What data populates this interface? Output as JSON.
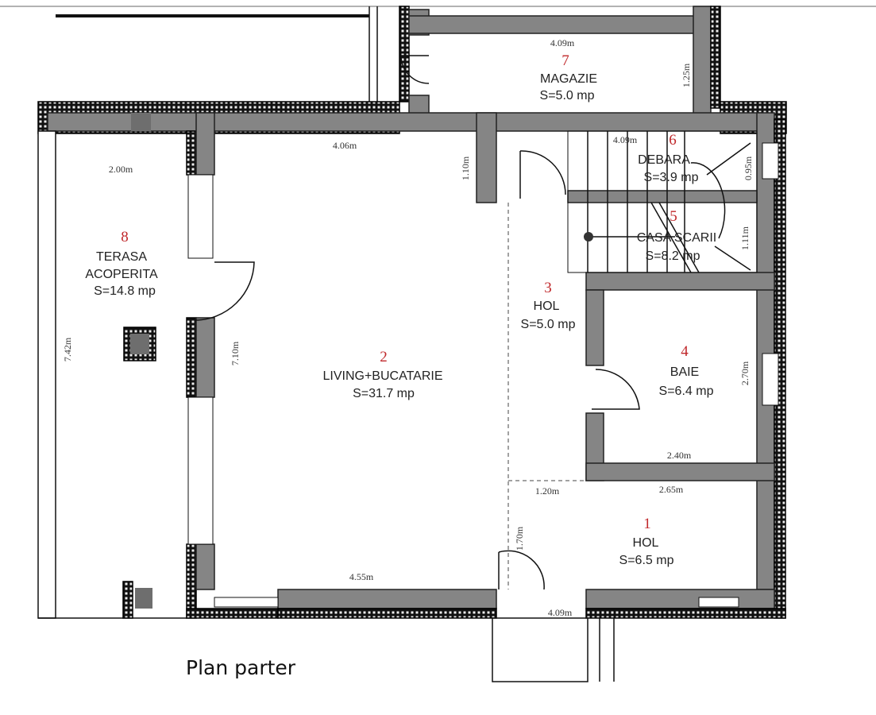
{
  "caption": "Plan parter",
  "rooms": [
    {
      "number": "1",
      "name": "HOL",
      "area": "S=6.5 mp"
    },
    {
      "number": "2",
      "name": "LIVING+BUCATARIE",
      "area": "S=31.7 mp"
    },
    {
      "number": "3",
      "name": "HOL",
      "area": "S=5.0 mp"
    },
    {
      "number": "4",
      "name": "BAIE",
      "area": "S=6.4 mp"
    },
    {
      "number": "5",
      "name": "CASA SCARII",
      "area": "S=8.2 mp"
    },
    {
      "number": "6",
      "name": "DEBARA",
      "area": "S=3.9 mp"
    },
    {
      "number": "7",
      "name": "MAGAZIE",
      "area": "S=5.0 mp"
    },
    {
      "number": "8",
      "name": "TERASA",
      "name2": "ACOPERITA",
      "area": "S=14.8 mp"
    }
  ],
  "dimensions": {
    "magazie_width": "4.09m",
    "magazie_depth": "1.25m",
    "living_width": "4.06m",
    "living_hall_depth": "1.10m",
    "debara_width": "4.09m",
    "debara_depth": "0.95m",
    "terasa_width": "2.00m",
    "terasa_length": "7.42m",
    "living_length": "7.10m",
    "stair_depth": "1.11m",
    "baie_depth": "2.70m",
    "baie_width": "2.40m",
    "hol_width": "1.20m",
    "hol1_width": "2.65m",
    "hol1_depth": "1.70m",
    "living_bottom": "4.55m",
    "entry_width": "4.09m"
  }
}
